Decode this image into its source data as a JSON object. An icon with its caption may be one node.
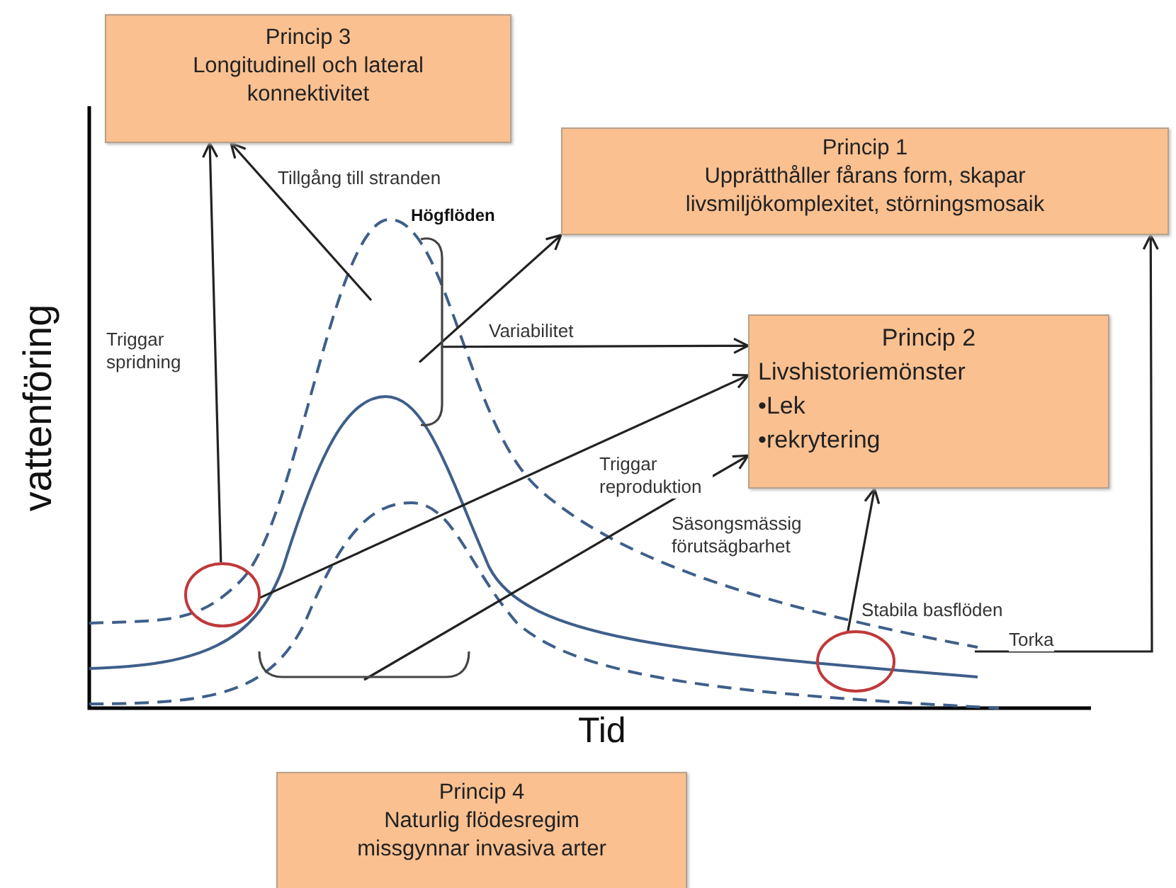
{
  "diagram": {
    "nodes": [
      {
        "text": [
          "Princip 3",
          "Longitudinell och lateral konnektivitet"
        ]
      },
      {
        "text": [
          "Princip 1",
          "Upprätthåller fårans form, skapar livsmiljökomplexitet, störningsmosaik"
        ]
      },
      {
        "text": [
          "Princip 2",
          "Livshistoriemönster",
          "•Lek",
          "•rekrytering"
        ]
      },
      {
        "text": [
          "Princip 4",
          "Naturlig flödesregim missgynnar invasiva arter"
        ]
      },
      {
        "text": [],
        "shape": "circle"
      },
      {
        "text": [],
        "shape": "circle"
      },
      {
        "text": [],
        "shape": "bracket",
        "beside": [
          "Högflöden"
        ]
      },
      {
        "text": [],
        "shape": "bracket"
      }
    ],
    "edges": [
      {
        "from": 4,
        "to": 0,
        "arrow": "to",
        "label": "Triggar spridning"
      },
      {
        "from": null,
        "to": 0,
        "arrow": "to",
        "label": "Tillgång till stranden"
      },
      {
        "from": 6,
        "to": 1,
        "arrow": "to"
      },
      {
        "from": 6,
        "to": 2,
        "arrow": "to",
        "label": "Variabilitet"
      },
      {
        "from": 4,
        "to": 2,
        "arrow": "to",
        "label": "Triggar reproduktion"
      },
      {
        "from": 7,
        "to": 2,
        "arrow": "to",
        "label": "Säsongsmässig förutsägbarhet"
      },
      {
        "from": 5,
        "to": 2,
        "arrow": "to",
        "label": "Stabila basflöden"
      },
      {
        "from": null,
        "to": 1,
        "arrow": "to",
        "label": "Torka"
      }
    ],
    "labels": [
      "vattenföring",
      "Tid"
    ]
  }
}
